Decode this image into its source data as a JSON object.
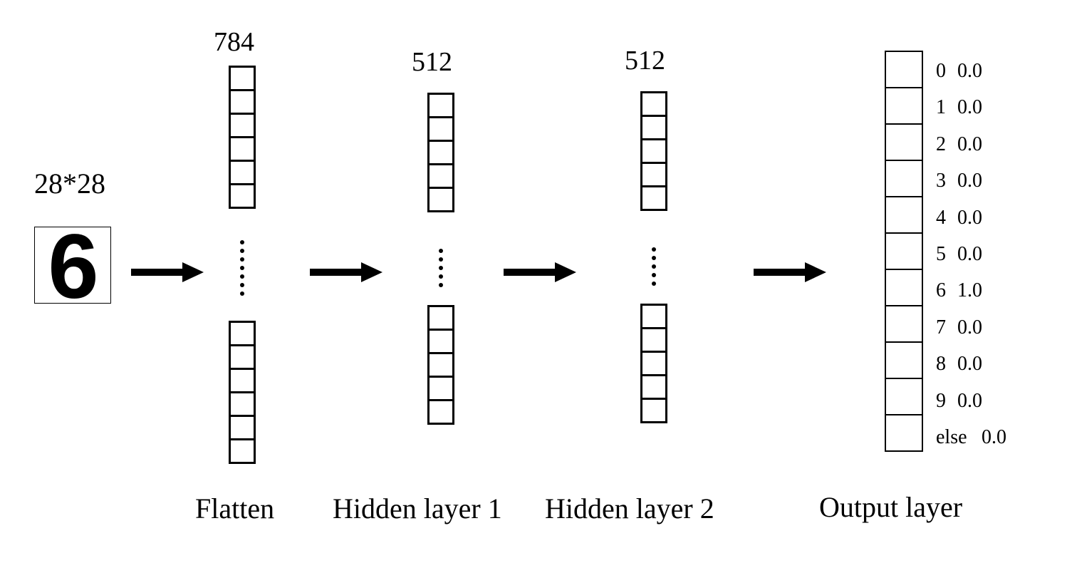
{
  "input": {
    "size_label": "28*28",
    "digit": "6"
  },
  "layers": {
    "flatten": {
      "count": "784",
      "name": "Flatten"
    },
    "hidden1": {
      "count": "512",
      "name": "Hidden layer 1"
    },
    "hidden2": {
      "count": "512",
      "name": "Hidden layer 2"
    },
    "output": {
      "name": "Output layer",
      "rows": [
        {
          "cls": "0",
          "value": "0.0"
        },
        {
          "cls": "1",
          "value": "0.0"
        },
        {
          "cls": "2",
          "value": "0.0"
        },
        {
          "cls": "3",
          "value": "0.0"
        },
        {
          "cls": "4",
          "value": "0.0"
        },
        {
          "cls": "5",
          "value": "0.0"
        },
        {
          "cls": "6",
          "value": "1.0"
        },
        {
          "cls": "7",
          "value": "0.0"
        },
        {
          "cls": "8",
          "value": "0.0"
        },
        {
          "cls": "9",
          "value": "0.0"
        },
        {
          "cls": "else",
          "value": "0.0"
        }
      ]
    }
  }
}
